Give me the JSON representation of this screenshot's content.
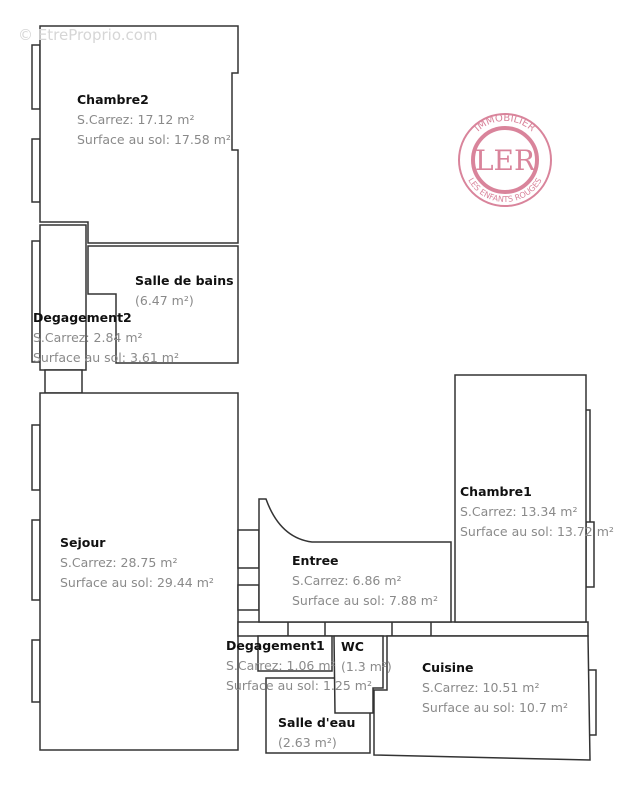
{
  "watermark": "© EtreProprio.com",
  "logo": {
    "top_text": "IMMOBILIER",
    "bottom_text": "LES ENFANTS ROUGES",
    "monogram": "LER",
    "color": "#d9849b"
  },
  "rooms": {
    "chambre2": {
      "name": "Chambre2",
      "line1": "S.Carrez: 17.12 m²",
      "line2": "Surface au sol: 17.58 m²"
    },
    "salle_de_bains": {
      "name": "Salle de bains",
      "line1": "(6.47 m²)"
    },
    "degagement2": {
      "name": "Degagement2",
      "line1": "S.Carrez: 2.84 m²",
      "line2": "Surface au sol: 3.61 m²"
    },
    "sejour": {
      "name": "Sejour",
      "line1": "S.Carrez: 28.75 m²",
      "line2": "Surface au sol: 29.44 m²"
    },
    "entree": {
      "name": "Entree",
      "line1": "S.Carrez: 6.86 m²",
      "line2": "Surface au sol: 7.88 m²"
    },
    "chambre1": {
      "name": "Chambre1",
      "line1": "S.Carrez: 13.34 m²",
      "line2": "Surface au sol: 13.72 m²"
    },
    "degagement1": {
      "name": "Degagement1",
      "line1": "S.Carrez: 1.06 m²",
      "line2": "Surface au sol: 1.25 m²"
    },
    "wc": {
      "name": "WC",
      "line1": "(1.3 m²)"
    },
    "cuisine": {
      "name": "Cuisine",
      "line1": "S.Carrez: 10.51 m²",
      "line2": "Surface au sol: 10.7 m²"
    },
    "salle_deau": {
      "name": "Salle d'eau",
      "line1": "(2.63 m²)"
    }
  }
}
